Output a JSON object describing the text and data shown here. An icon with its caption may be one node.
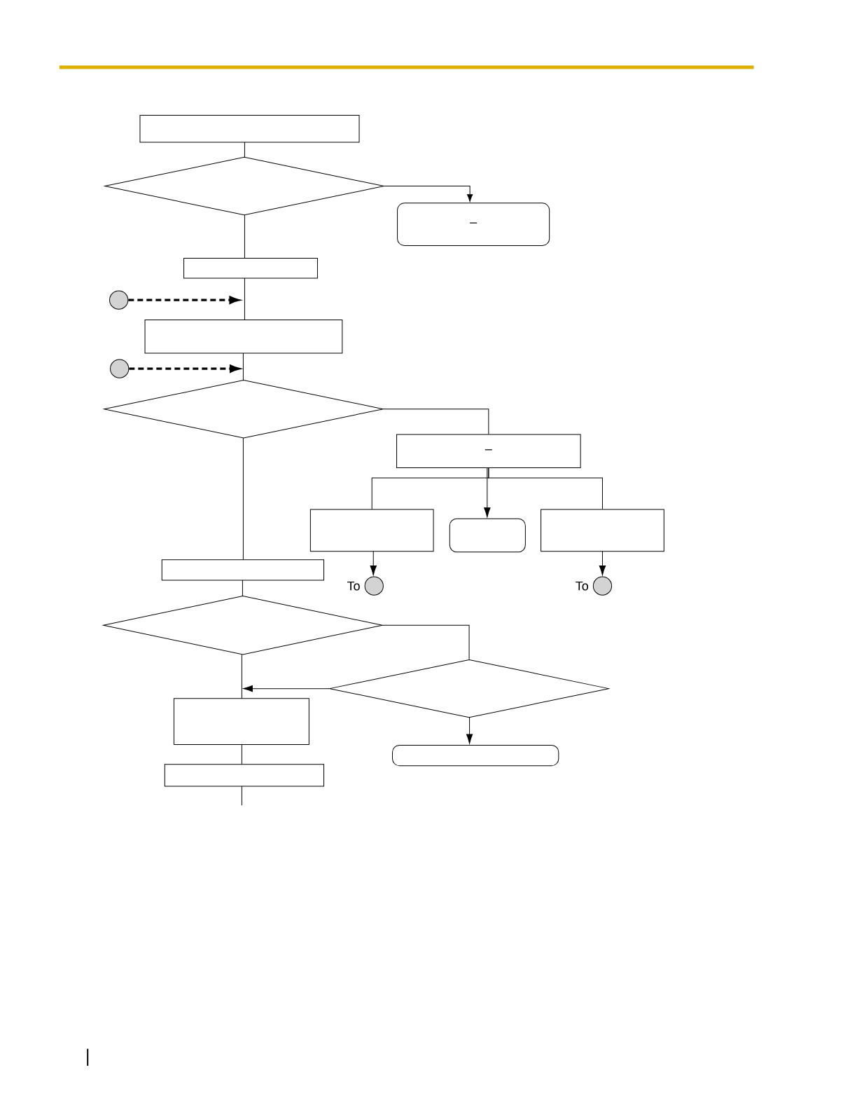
{
  "diagram": {
    "nodes": [
      {
        "text": [],
        "shape": "box"
      },
      {
        "text": [],
        "shape": "diamond"
      },
      {
        "text": [
          "–"
        ]
      },
      {
        "text": [],
        "shape": "box"
      },
      {
        "text": [],
        "shape": "circle"
      },
      {
        "text": [],
        "shape": "box"
      },
      {
        "text": [],
        "shape": "circle"
      },
      {
        "text": [],
        "shape": "diamond"
      },
      {
        "text": [
          "–"
        ]
      },
      {
        "text": [],
        "shape": "box"
      },
      {
        "text": [],
        "shape": "box"
      },
      {
        "text": [],
        "shape": "box"
      },
      {
        "text": [],
        "shape": "circle",
        "beside": [
          "To"
        ]
      },
      {
        "text": [],
        "shape": "circle",
        "beside": [
          "To"
        ]
      },
      {
        "text": [],
        "shape": "box"
      },
      {
        "text": [],
        "shape": "diamond"
      },
      {
        "text": [],
        "shape": "diamond"
      },
      {
        "text": [],
        "shape": "box"
      },
      {
        "text": [],
        "shape": "box"
      },
      {
        "text": [],
        "shape": "box"
      }
    ],
    "edges": [
      {
        "from": 0,
        "to": 1,
        "arrow": "none"
      },
      {
        "from": 1,
        "to": 2,
        "arrow": "to"
      },
      {
        "from": 1,
        "to": 3,
        "arrow": "none"
      },
      {
        "from": 3,
        "to": 5,
        "arrow": "none"
      },
      {
        "from": 4,
        "to": null,
        "arrow": "to",
        "style": "dashed"
      },
      {
        "from": 5,
        "to": 7,
        "arrow": "none"
      },
      {
        "from": 6,
        "to": 7,
        "arrow": "to",
        "style": "dashed"
      },
      {
        "from": 7,
        "to": 8,
        "arrow": "none"
      },
      {
        "from": 8,
        "to": 9,
        "arrow": "none"
      },
      {
        "from": 8,
        "to": 10,
        "arrow": "to"
      },
      {
        "from": 8,
        "to": 11,
        "arrow": "none"
      },
      {
        "from": 9,
        "to": 12,
        "arrow": "to"
      },
      {
        "from": 11,
        "to": 13,
        "arrow": "to"
      },
      {
        "from": 7,
        "to": 14,
        "arrow": "none"
      },
      {
        "from": 14,
        "to": 15,
        "arrow": "none"
      },
      {
        "from": 15,
        "to": 16,
        "arrow": "none"
      },
      {
        "from": 16,
        "to": 17,
        "arrow": "to"
      },
      {
        "from": 15,
        "to": 17,
        "arrow": "none"
      },
      {
        "from": 16,
        "to": 18,
        "arrow": "to"
      },
      {
        "from": 17,
        "to": 19,
        "arrow": "none"
      },
      {
        "from": 19,
        "to": null,
        "arrow": "none"
      }
    ]
  }
}
